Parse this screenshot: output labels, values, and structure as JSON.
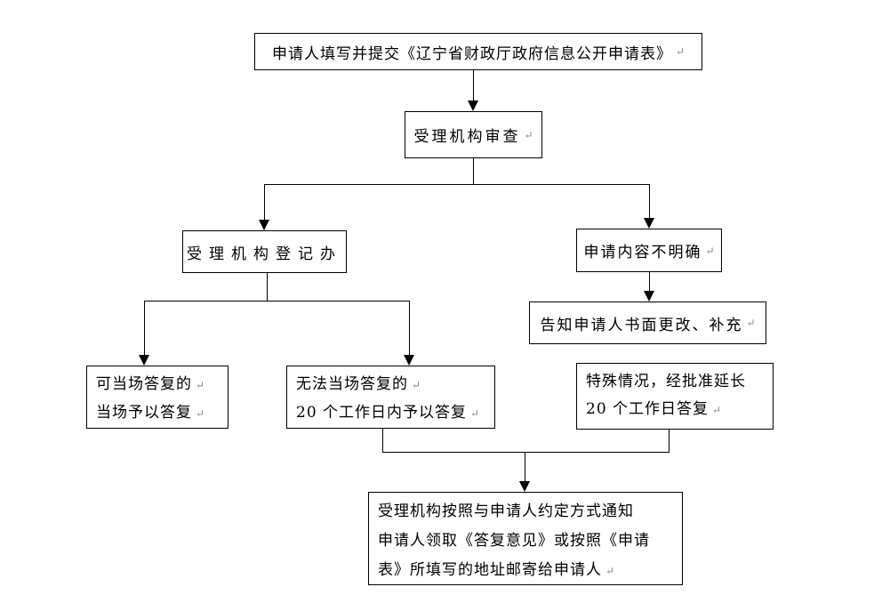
{
  "page": {
    "background": "#ffffff",
    "line_color": "#000000",
    "text_color": "#000000",
    "return_mark_color": "#8a8a8a"
  },
  "glyphs": {
    "return_mark": "↵"
  },
  "boxes": {
    "b1": {
      "lines": [
        "申请人填写并提交《辽宁省财政厅政府信息公开申请表》"
      ]
    },
    "b2": {
      "lines": [
        "受理机构审查"
      ]
    },
    "b3": {
      "lines": [
        "受理机构登记办"
      ]
    },
    "b4": {
      "lines": [
        "申请内容不明确"
      ]
    },
    "b5": {
      "lines": [
        "告知申请人书面更改、补充"
      ]
    },
    "b6": {
      "lines": [
        "可当场答复的",
        "当场予以答复"
      ]
    },
    "b7": {
      "lines": [
        "无法当场答复的",
        "20 个工作日内予以答复"
      ]
    },
    "b8": {
      "lines": [
        "特殊情况，经批准延长",
        "20 个工作日答复"
      ]
    },
    "b9": {
      "lines": [
        "受理机构按照与申请人约定方式通知",
        "申请人领取《答复意见》或按照《申请",
        "表》所填写的地址邮寄给申请人"
      ]
    }
  }
}
